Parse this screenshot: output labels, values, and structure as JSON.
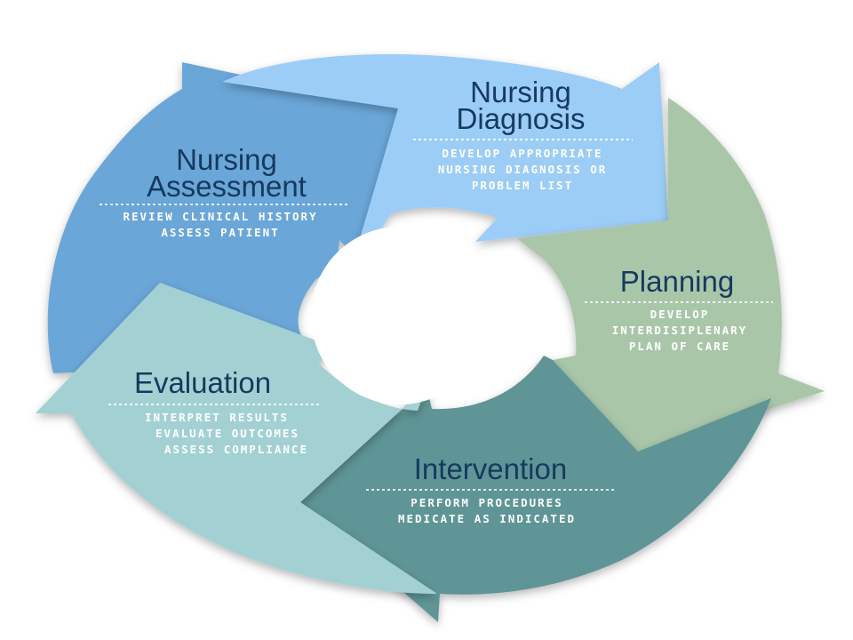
{
  "stages": {
    "diagnosis": {
      "title_lines": [
        "Nursing",
        "Diagnosis"
      ],
      "desc_lines": [
        "DEVELOP APPROPRIATE",
        "NURSING DIAGNOSIS OR",
        "PROBLEM LIST"
      ],
      "color": "#9ccdf6"
    },
    "assessment": {
      "title_lines": [
        "Nursing",
        "Assessment"
      ],
      "desc_lines": [
        "REVIEW CLINICAL HISTORY",
        "ASSESS PATIENT"
      ],
      "color": "#6aa6d8"
    },
    "planning": {
      "title_lines": [
        "Planning"
      ],
      "desc_lines": [
        "DEVELOP",
        "INTERDISIPLENARY",
        "PLAN OF CARE"
      ],
      "color": "#a9c6a9"
    },
    "intervention": {
      "title_lines": [
        "Intervention"
      ],
      "desc_lines": [
        "PERFORM PROCEDURES",
        "MEDICATE AS INDICATED"
      ],
      "color": "#5f9596"
    },
    "evaluation": {
      "title_lines": [
        "Evaluation"
      ],
      "desc_lines": [
        "INTERPRET RESULTS",
        "EVALUATE OUTCOMES",
        "ASSESS COMPLIANCE"
      ],
      "color": "#a3d1d3"
    }
  }
}
